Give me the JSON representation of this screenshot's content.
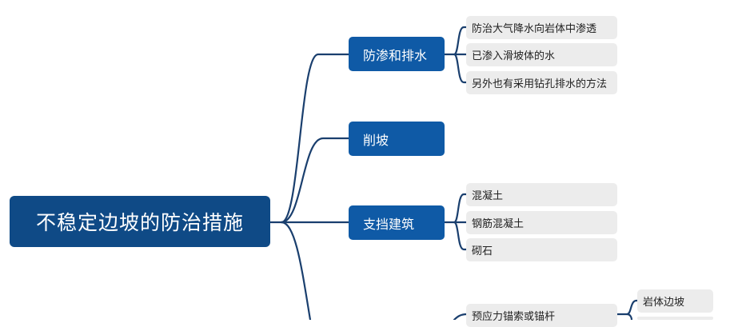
{
  "colors": {
    "root": "#0f4a86",
    "branch": "#0f5aa6",
    "leaf": "#ececec",
    "line": "#1a3f6e"
  },
  "root": {
    "label": "不稳定边坡的防治措施"
  },
  "branches": [
    {
      "label": "防渗和排水",
      "children": [
        "防治大气降水向岩体中渗透",
        "已渗入滑坡体的水",
        "另外也有采用钻孔排水的方法"
      ]
    },
    {
      "label": "削坡",
      "children": []
    },
    {
      "label": "支挡建筑",
      "children": [
        "混凝土",
        "钢筋混凝土",
        "砌石"
      ]
    },
    {
      "label": "",
      "children": [
        "预应力锚索或锚杆"
      ]
    }
  ],
  "subleaves": [
    "岩体边坡"
  ]
}
